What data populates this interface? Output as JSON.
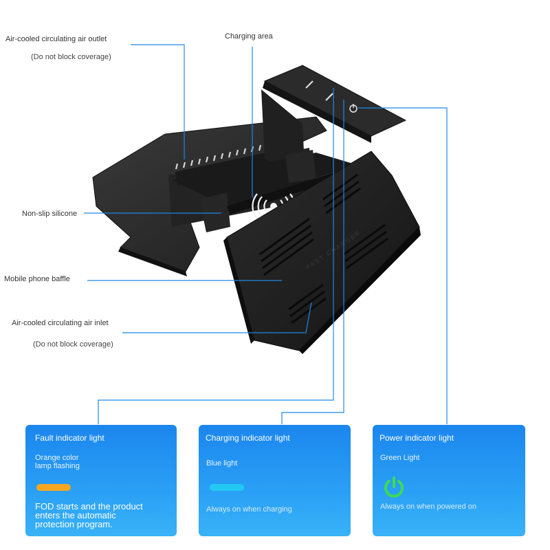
{
  "callouts": {
    "air_outlet": "Air-cooled circulating air outlet",
    "air_outlet_note": "(Do not block coverage)",
    "charging_area": "Charging area",
    "non_slip": "Non-slip silicone",
    "baffle": "Mobile phone baffle",
    "air_inlet": "Air-cooled circulating air inlet",
    "air_inlet_note": "(Do not block coverage)"
  },
  "product_print": "FAST CHARGER",
  "cards": [
    {
      "title": "Fault indicator light",
      "color_line1": "Orange color",
      "color_line2": "lamp flashing",
      "indicator_color": "#f5a623",
      "desc_line1": "FOD starts and the product",
      "desc_line2": "enters the automatic",
      "desc_line3": "protection program."
    },
    {
      "title": "Charging indicator light",
      "color_line1": "Blue light",
      "indicator_color": "#22c8f2",
      "desc_line1": "Always on when charging"
    },
    {
      "title": "Power indicator light",
      "color_line1": "Green Light",
      "indicator_color": "#3ddc52",
      "icon": "power-icon",
      "desc_line1": "Always on when powered on"
    }
  ],
  "colors": {
    "card_blue": "#1b86ee",
    "leader_line": "#1e88e5",
    "product_body": "#2a2a2a"
  }
}
